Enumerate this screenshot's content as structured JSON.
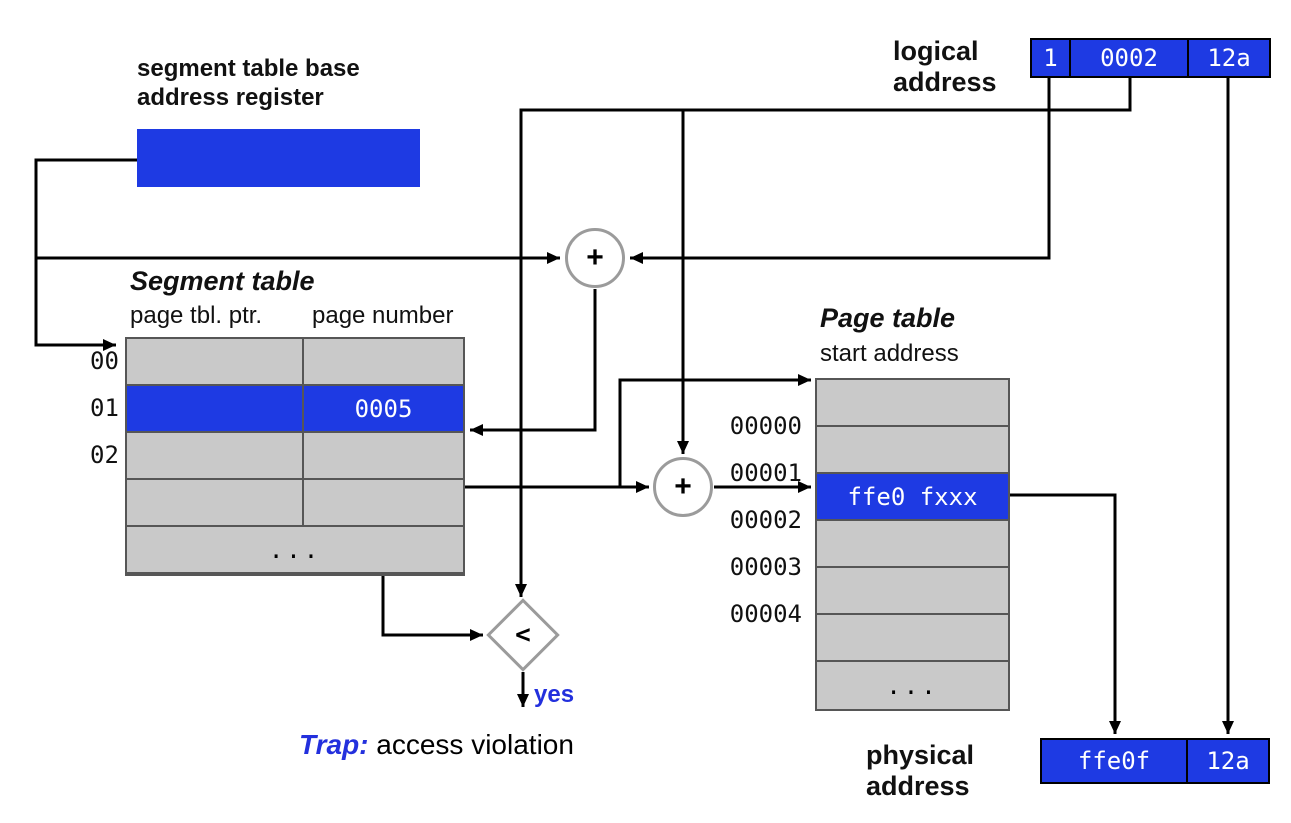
{
  "colors": {
    "blue": "#1e3ae3",
    "cell": "#c9c9c9",
    "cellborder": "#565656",
    "shapeborder": "#9b9b9b",
    "wire": "#000000",
    "trap_blue": "#2330dd"
  },
  "register": {
    "label": "segment table base\naddress register"
  },
  "logical_address": {
    "label": "logical\naddress",
    "segment": "1",
    "page": "0002",
    "offset": "12a"
  },
  "segment_table": {
    "title": "Segment table",
    "columns": [
      "page tbl. ptr.",
      "page number"
    ],
    "row_labels": [
      "00",
      "01",
      "02"
    ],
    "selected_page_number": "0005",
    "ellipsis": "..."
  },
  "adder1": {
    "symbol": "+"
  },
  "adder2": {
    "symbol": "+"
  },
  "comparator": {
    "symbol": "<",
    "yes_label": "yes"
  },
  "trap": {
    "word": "Trap:",
    "text": "access violation"
  },
  "page_table": {
    "title": "Page table",
    "subtitle": "start address",
    "row_labels": [
      "00000",
      "00001",
      "00002",
      "00003",
      "00004"
    ],
    "selected_entry": "ffe0 fxxx",
    "ellipsis": "..."
  },
  "physical_address": {
    "label": "physical\naddress",
    "frame": "ffe0f",
    "offset": "12a"
  }
}
